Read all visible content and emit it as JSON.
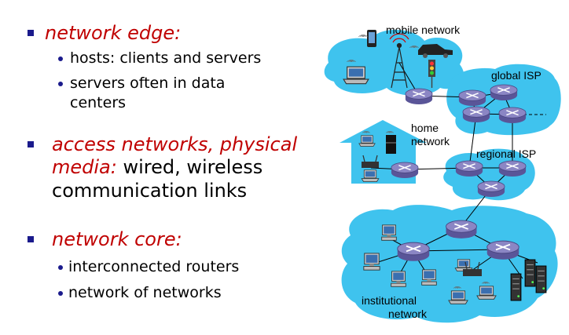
{
  "bullets": {
    "edge": {
      "title": "network edge:",
      "items": [
        "hosts: clients and servers",
        "servers often in data",
        "centers"
      ]
    },
    "access": {
      "title_line1": "access networks, physical",
      "title_line2": "media:",
      "rest_line2": " wired, wireless",
      "line3": "communication links"
    },
    "core": {
      "title": "network core:",
      "items": [
        "interconnected routers",
        "network of networks"
      ]
    }
  },
  "diagram": {
    "labels": {
      "mobile": "mobile network",
      "global_isp": "global ISP",
      "home_line1": "home",
      "home_line2": "network",
      "regional_isp": "regional ISP",
      "inst_line1": "institutional",
      "inst_line2": "network"
    }
  },
  "colors": {
    "bullet_marker": "#1a1a8c",
    "highlight_text": "#c00000",
    "cloud": "#3fc3ee",
    "router_top": "#8b86c4",
    "router_side": "#5a5598"
  }
}
